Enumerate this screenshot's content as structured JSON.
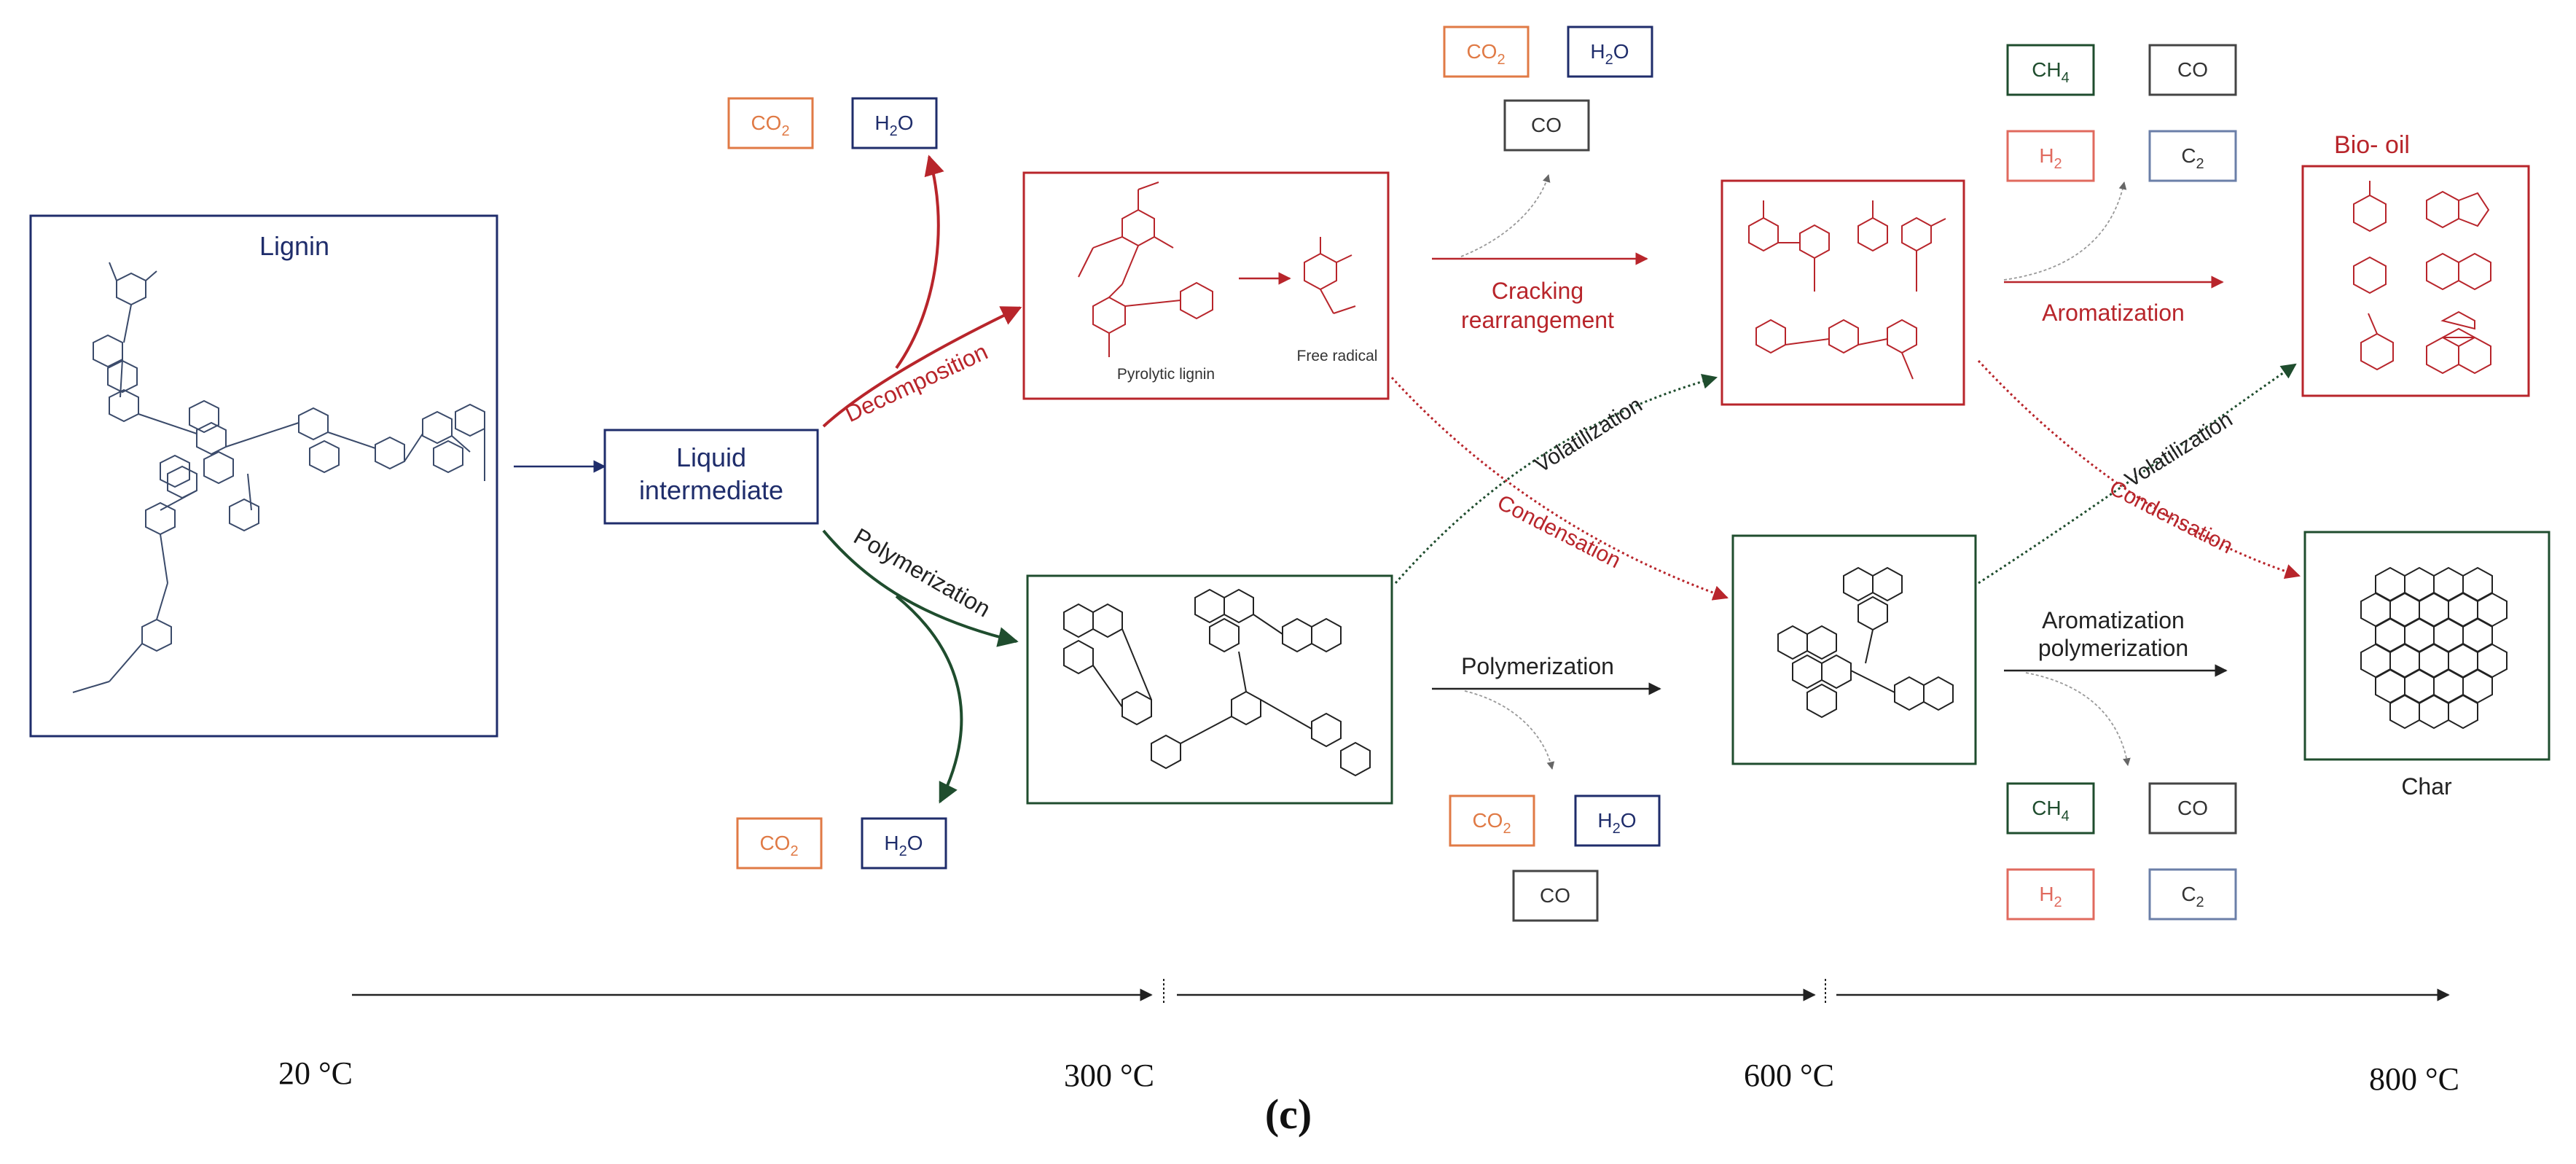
{
  "colors": {
    "navy": "#1f2d6b",
    "red": "#b8252b",
    "orange": "#e07a45",
    "green": "#1f4d2e",
    "gray": "#444444",
    "blue_gray": "#6b7fa8",
    "salmon": "#e06a5e"
  },
  "boxes": {
    "lignin": "Lignin",
    "liquid_line1": "Liquid",
    "liquid_line2": "intermediate",
    "pyrolytic_lignin": "Pyrolytic lignin",
    "free_radical": "Free radical",
    "bio_oil": "Bio- oil",
    "char": "Char"
  },
  "edges": {
    "decomposition": "Decomposition",
    "polymerization_1": "Polymerization",
    "cracking_line1": "Cracking",
    "cracking_line2": "rearrangement",
    "volatilization_1": "Volatilization",
    "condensation_1": "Condensation",
    "polymerization_2": "Polymerization",
    "aromatization": "Aromatization",
    "volatilization_2": "Volatilization",
    "condensation_2": "Condensation",
    "arom_poly_line1": "Aromatization",
    "arom_poly_line2": "polymerization"
  },
  "gases": {
    "co2": "CO",
    "co2_sub": "2",
    "h2o_h": "H",
    "h2o_sub": "2",
    "h2o_o": "O",
    "co": "CO",
    "ch4": "CH",
    "ch4_sub": "4",
    "h2": "H",
    "h2_sub": "2",
    "c2": "C",
    "c2_sub": "2"
  },
  "temperature_axis": {
    "t1": "20 °C",
    "t2": "300 °C",
    "t3": "600 °C",
    "t4": "800 °C"
  },
  "figure_label": "(c)"
}
